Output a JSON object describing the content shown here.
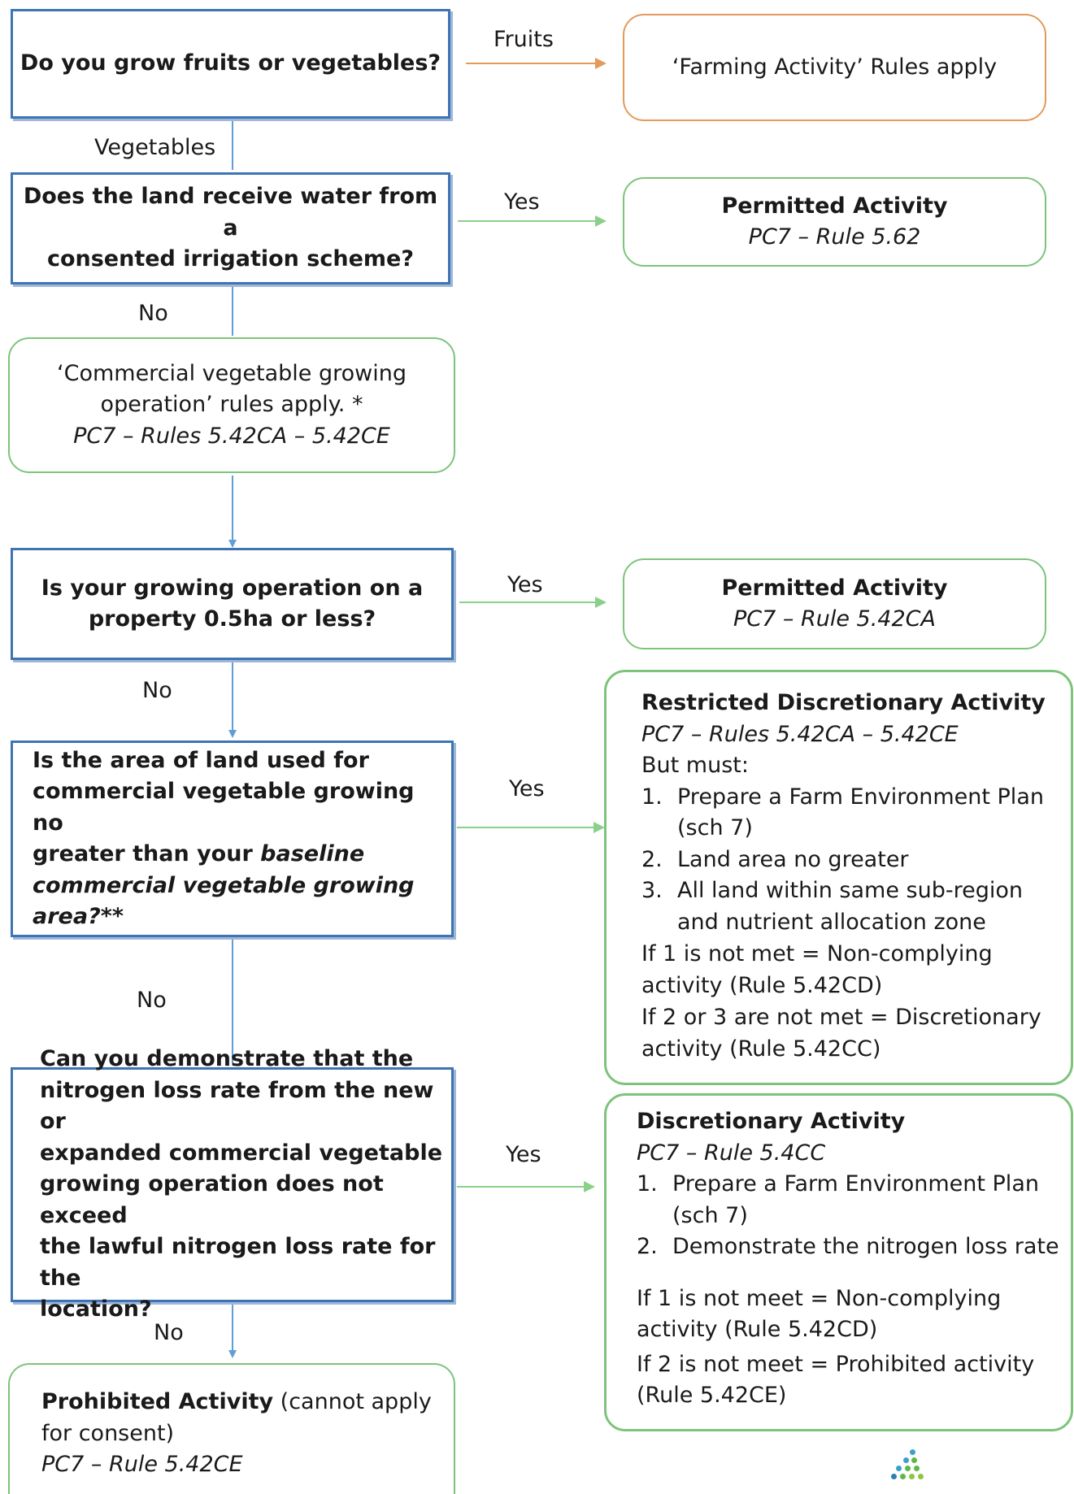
{
  "flow": {
    "q1": "Do you grow fruits or vegetables?",
    "fruits_label": "Fruits",
    "farming_rules": "‘Farming Activity’ Rules apply",
    "vegetables_label": "Vegetables",
    "q2": [
      "Does the land receive water from a",
      "consented irrigation scheme?"
    ],
    "q2_yes": "Yes",
    "permitted_1": {
      "title": "Permitted Activity",
      "rule": "PC7 – Rule 5.62"
    },
    "q2_no": "No",
    "commercial_rules": [
      "‘Commercial vegetable growing",
      "operation’ rules apply. *",
      "PC7 – Rules 5.42CA – 5.42CE"
    ],
    "q3": [
      "Is your growing operation on a",
      "property 0.5ha or less?"
    ],
    "q3_yes": "Yes",
    "permitted_2": {
      "title": "Permitted Activity",
      "rule": "PC7 – Rule 5.42CA"
    },
    "q3_no": "No",
    "q4": {
      "line1": "Is the area of land used for",
      "line2": "commercial vegetable growing no",
      "line3_plain": "greater than your ",
      "line3_italic": "baseline",
      "line4": "commercial vegetable growing",
      "line5": "area?**"
    },
    "q4_yes": "Yes",
    "restricted": {
      "title": "Restricted Discretionary Activity",
      "rule": "PC7 – Rules 5.42CA – 5.42CE",
      "but_must": "But must:",
      "steps": [
        {
          "n": "1.",
          "lines": [
            "Prepare a Farm Environment Plan",
            "(sch 7)"
          ]
        },
        {
          "n": "2.",
          "lines": [
            "Land area no greater"
          ]
        },
        {
          "n": "3.",
          "lines": [
            "All land within same sub-region",
            "and nutrient allocation zone"
          ]
        }
      ],
      "note1": [
        "If 1 is not met = Non-complying",
        "activity (Rule 5.42CD)"
      ],
      "note2": [
        "If 2 or 3 are not met = Discretionary",
        "activity (Rule 5.42CC)"
      ]
    },
    "q4_no": "No",
    "q5": [
      "Can you demonstrate that the",
      "nitrogen loss rate from the new or",
      "expanded commercial vegetable",
      "growing operation does not exceed",
      "the lawful nitrogen loss rate for the",
      "location?"
    ],
    "q5_yes": "Yes",
    "discretionary": {
      "title": "Discretionary Activity",
      "rule": "PC7 – Rule 5.4CC",
      "steps": [
        {
          "n": "1.",
          "lines": [
            "Prepare a Farm Environment Plan",
            "(sch 7)"
          ]
        },
        {
          "n": "2.",
          "lines": [
            "Demonstrate the nitrogen loss rate"
          ]
        }
      ],
      "note1": [
        "If 1 is not meet = Non-complying",
        "activity (Rule 5.42CD)"
      ],
      "note2": [
        "If 2 is not meet = Prohibited activity",
        "(Rule 5.42CE)"
      ]
    },
    "q5_no": "No",
    "prohibited": {
      "title": "Prohibited Activity",
      "title_rest": " (cannot apply",
      "line2": "for consent)",
      "rule": "PC7 – Rule 5.42CE"
    }
  },
  "colors": {
    "question_border": "#3e74b4",
    "outcome_border": "#7dc47a",
    "fruits_border": "#e39a5a",
    "arrow_blue": "#5f9fd6",
    "arrow_green": "#8bd08a",
    "arrow_orange": "#e39a5a"
  }
}
